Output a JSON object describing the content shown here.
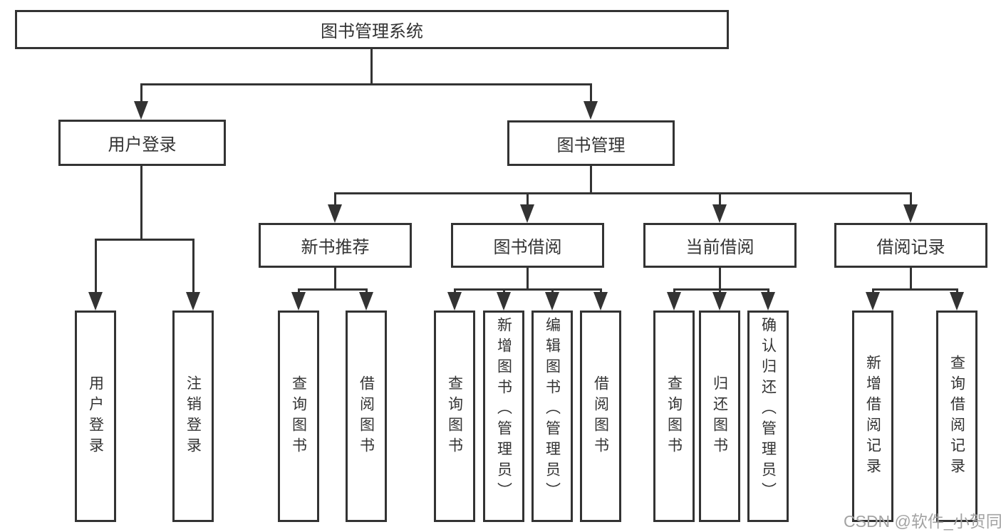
{
  "diagram": {
    "root": {
      "label": "图书管理系统"
    },
    "level1": [
      {
        "label": "用户登录",
        "children": [
          {
            "label": "用户登录"
          },
          {
            "label": "注销登录"
          }
        ]
      },
      {
        "label": "图书管理",
        "children": [
          {
            "label": "新书推荐",
            "children": [
              {
                "label": "查询图书"
              },
              {
                "label": "借阅图书"
              }
            ]
          },
          {
            "label": "图书借阅",
            "children": [
              {
                "label": "查询图书"
              },
              {
                "label": "新增图书（管理员）"
              },
              {
                "label": "编辑图书（管理员）"
              },
              {
                "label": "借阅图书"
              }
            ]
          },
          {
            "label": "当前借阅",
            "children": [
              {
                "label": "查询图书"
              },
              {
                "label": "归还图书"
              },
              {
                "label": "确认归还（管理员）"
              }
            ]
          },
          {
            "label": "借阅记录",
            "children": [
              {
                "label": "新增借阅记录"
              },
              {
                "label": "查询借阅记录"
              }
            ]
          }
        ]
      }
    ]
  },
  "watermark": {
    "text": "CSDN @软件_小贺同学"
  },
  "colors": {
    "line": "#333333",
    "text": "#333333",
    "background": "#ffffff",
    "watermark": "#a3a3a3"
  }
}
